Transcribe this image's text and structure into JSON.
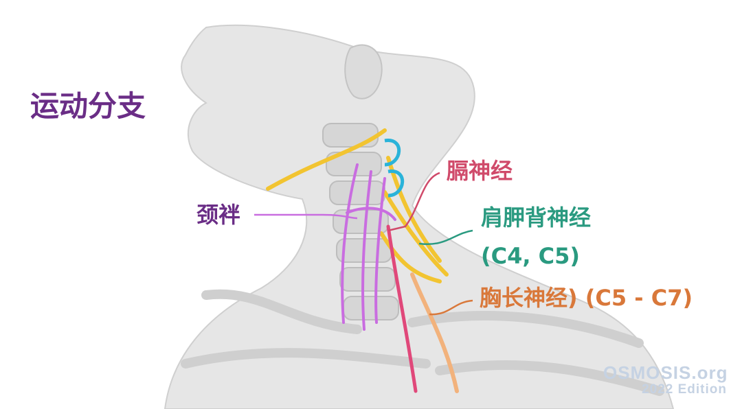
{
  "title": "运动分支",
  "labels": {
    "ansa_cervicalis": "颈袢",
    "phrenic_nerve": "膈神经",
    "dorsal_scapular_nerve": "肩胛背神经",
    "dorsal_scapular_roots": "(C4, C5)",
    "long_thoracic_nerve": "胸长神经) (C5 - C7)"
  },
  "logo": {
    "wordmark": "OSMOSIS.org",
    "edition": "2022 Edition"
  },
  "colors": {
    "title": "#6a2d86",
    "ansa_cervicalis": "#6a2d86",
    "phrenic_nerve": "#d04a6a",
    "dorsal_scapular_nerve": "#2a9a80",
    "long_thoracic_nerve": "#d9783a",
    "cervical_plexus_yellow": "#f2c431",
    "cervical_plexus_blue": "#2ab3d9",
    "ansa_violet": "#c96de0",
    "skin_gray": "#e6e6e6",
    "logo": "#c5d2e3"
  }
}
